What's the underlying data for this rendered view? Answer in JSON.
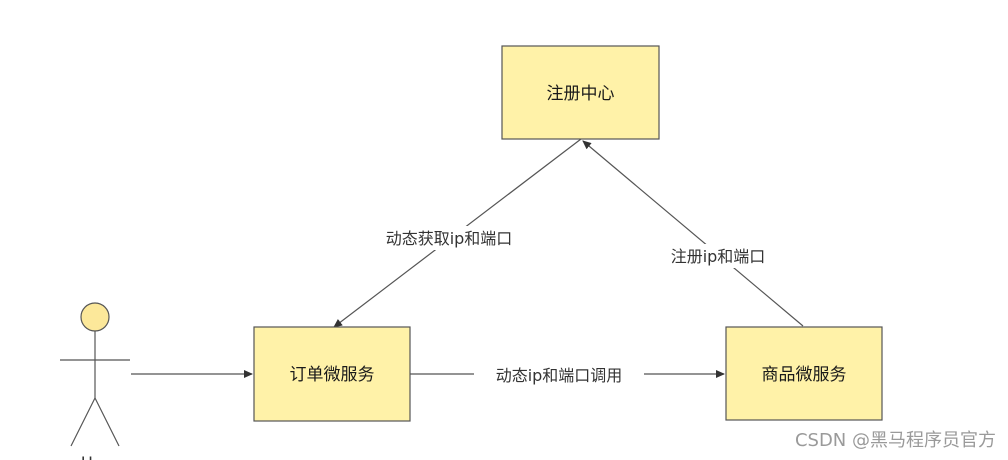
{
  "colors": {
    "node_fill": "#fff2a8",
    "node_stroke": "#555555",
    "edge_stroke": "#555555",
    "actor_head_fill": "#fce89a"
  },
  "nodes": {
    "registry": {
      "label": "注册中心"
    },
    "order_service": {
      "label": "订单微服务"
    },
    "product_service": {
      "label": "商品微服务"
    }
  },
  "edges": {
    "fetch_ip_port": {
      "label": "动态获取ip和端口"
    },
    "register_ip_port": {
      "label": "注册ip和端口"
    },
    "dynamic_call": {
      "label": "动态ip和端口调用"
    }
  },
  "actor": {
    "icon": "user-actor-icon",
    "label": "U"
  },
  "watermark": {
    "text": "CSDN @黑马程序员官方"
  }
}
